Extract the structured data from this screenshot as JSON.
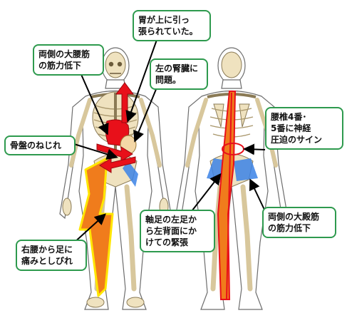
{
  "colors": {
    "bone": "#efe2bf",
    "bone_outline": "#8a7a55",
    "outline": "#6d6d6d",
    "accent_red": "#e8101a",
    "hip_blue": "#3b82e6",
    "pain_orange": "#f07c1c",
    "pain_yellow": "#ffe600",
    "callout_border": "#2e9a4e"
  },
  "figures": [
    {
      "id": "front-body",
      "view": "front"
    },
    {
      "id": "back-body",
      "view": "back"
    }
  ],
  "callouts": [
    {
      "id": "stomach",
      "lines": [
        "胃が上に引っ",
        "張られていた。"
      ]
    },
    {
      "id": "left-kidney",
      "lines": [
        "左の腎臓に",
        "問題。"
      ]
    },
    {
      "id": "psoas-weak",
      "lines": [
        "両側の大腰筋",
        "の筋力低下"
      ]
    },
    {
      "id": "pelvis-twist",
      "lines": [
        "骨盤のねじれ"
      ]
    },
    {
      "id": "right-leg-pain",
      "lines": [
        "右腰から足に",
        "痛みとしびれ"
      ]
    },
    {
      "id": "lumbar",
      "lines": [
        "腰椎4番･",
        "5番に神経",
        "圧迫のサイン"
      ]
    },
    {
      "id": "gluteus-weak",
      "lines": [
        "両側の大殿筋",
        "の筋力低下"
      ]
    },
    {
      "id": "axis-leg",
      "lines": [
        "軸足の左足か",
        "ら左背面にか",
        "けての緊張"
      ]
    }
  ],
  "icons": [
    "arrow",
    "skeleton",
    "muscle-highlight"
  ]
}
